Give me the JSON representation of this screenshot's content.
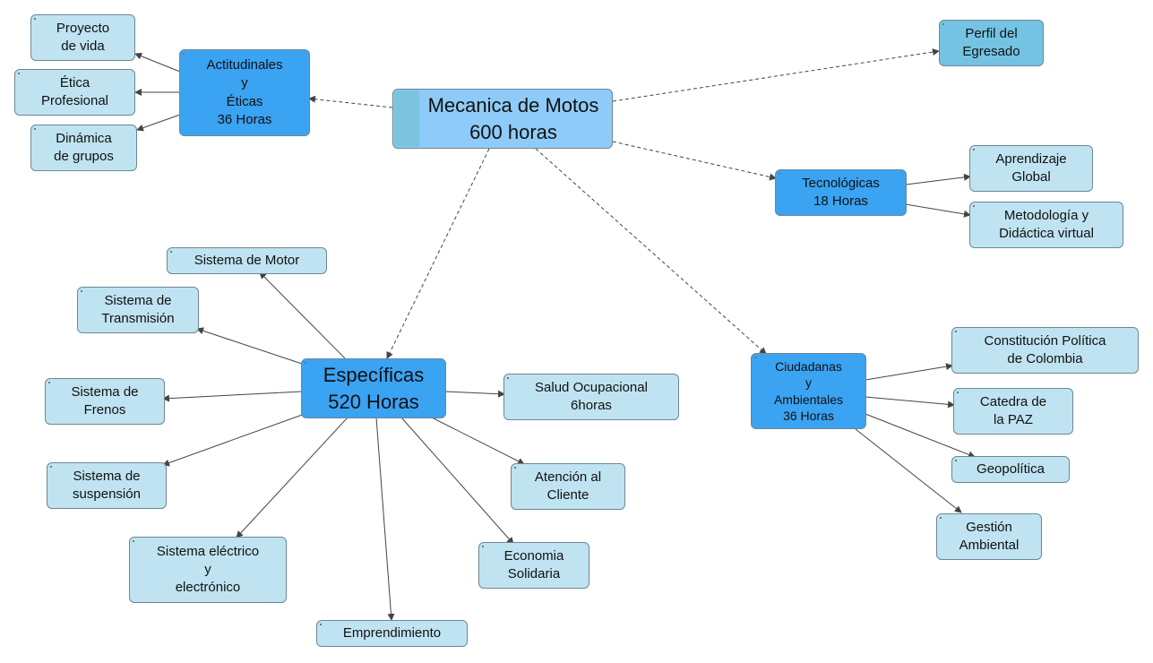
{
  "nodes": {
    "central": "Mecanica de Motos\n600 horas",
    "actitudinales": "Actitudinales\ny\nÉticas\n36 Horas",
    "proyecto_vida": "Proyecto\nde vida",
    "etica_profesional": "Ética\nProfesional",
    "dinamica_grupos": "Dinámica\nde grupos",
    "perfil_egresado": "Perfil del\nEgresado",
    "tecnologicas": "Tecnológicas\n18 Horas",
    "aprendizaje_global": "Aprendizaje\nGlobal",
    "metodologia": "Metodología y\nDidáctica virtual",
    "especificas": "Específicas\n520 Horas",
    "sistema_motor": "Sistema de Motor",
    "sistema_transmision": "Sistema de\nTransmisión",
    "sistema_frenos": "Sistema de\nFrenos",
    "sistema_suspension": "Sistema de\nsuspensión",
    "sistema_electrico": "Sistema eléctrico\ny\nelectrónico",
    "emprendimiento": "Emprendimiento",
    "economia_solidaria": "Economia\nSolidaria",
    "atencion_cliente": "Atención al\nCliente",
    "salud_ocupacional": "Salud Ocupacional\n6horas",
    "ciudadanas": "Ciudadanas\ny\nAmbientales\n36 Horas",
    "constitucion": "Constitución Política\nde Colombia",
    "catedra_paz": "Catedra de\nla PAZ",
    "geopolitica": "Geopolítica",
    "gestion_ambiental": "Gestión\nAmbiental"
  },
  "colors": {
    "leaf_fill": "#bfe3f1",
    "mid_fill": "#3aa3f2",
    "central_fill": "#8ecbf8",
    "perfil_fill": "#74c3e3",
    "line": "#444444"
  }
}
